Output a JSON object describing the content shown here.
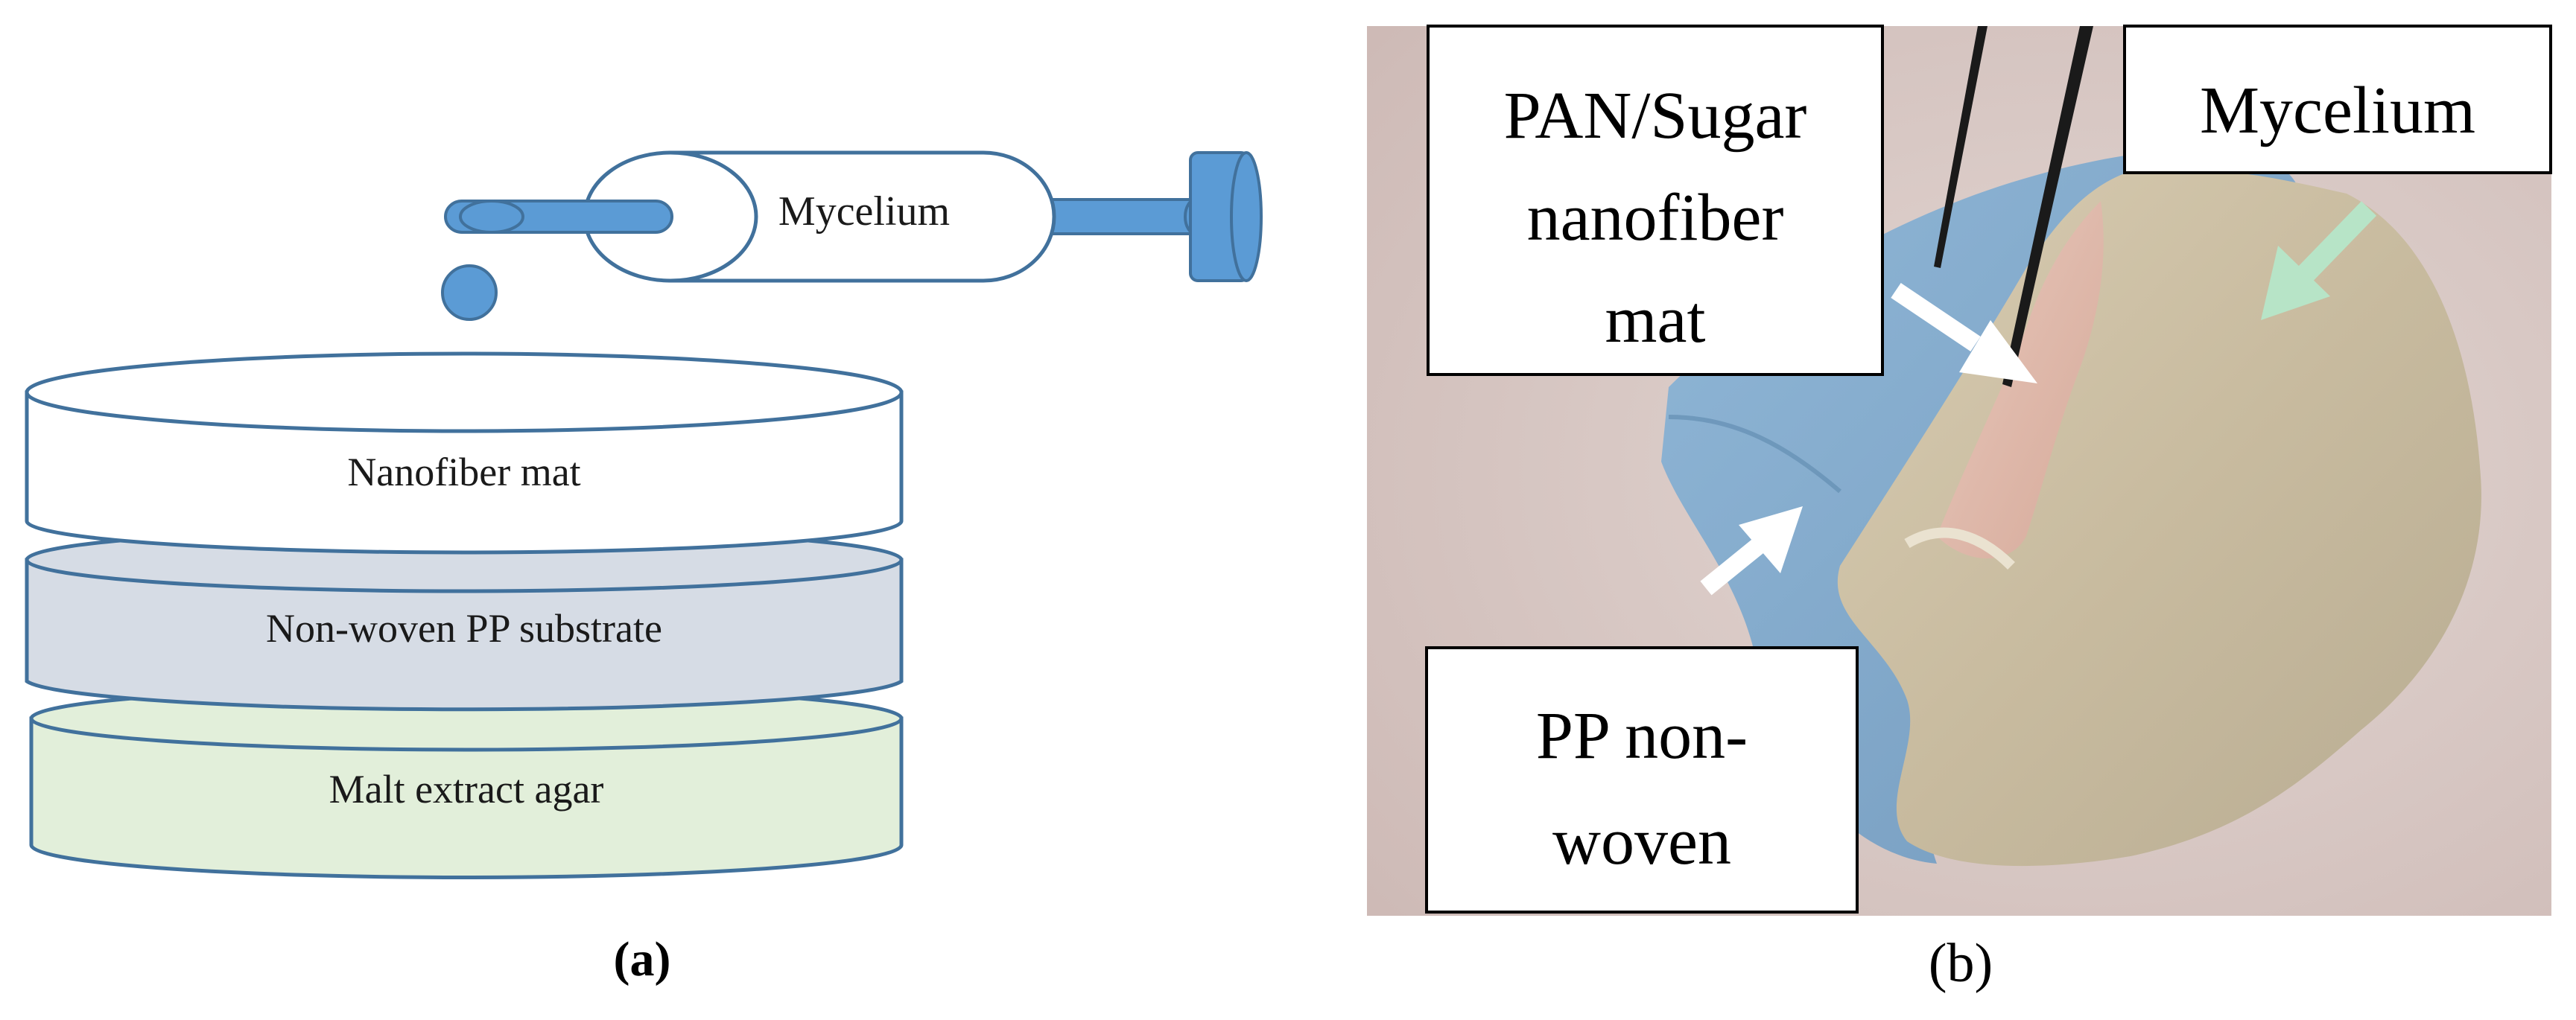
{
  "panel_a": {
    "syringe_label": "Mycelium",
    "layers": {
      "nanofiber": "Nanofiber mat",
      "substrate": "Non-woven PP substrate",
      "agar": "Malt extract agar"
    },
    "caption": "(a)",
    "colors": {
      "outline": "#41719c",
      "syringe_fill": "#5b9bd5",
      "nanofiber_fill": "#ffffff",
      "substrate_fill": "#d6dce5",
      "agar_fill": "#e2efda"
    }
  },
  "panel_b": {
    "labels": {
      "pan_sugar_line1": "PAN/Sugar",
      "pan_sugar_line2": "nanofiber",
      "pan_sugar_line3": "mat",
      "mycelium": "Mycelium",
      "pp_line1": "PP non-",
      "pp_line2": "woven"
    },
    "caption": "(b)",
    "colors": {
      "background": "#d8c8c4",
      "pp_nonwoven": "#7fa8c9",
      "mycelium_mat": "#c9bda2",
      "arrow_white": "#ffffff",
      "arrow_green": "#b7e4c7",
      "tweezers": "#1a1a1a"
    }
  }
}
